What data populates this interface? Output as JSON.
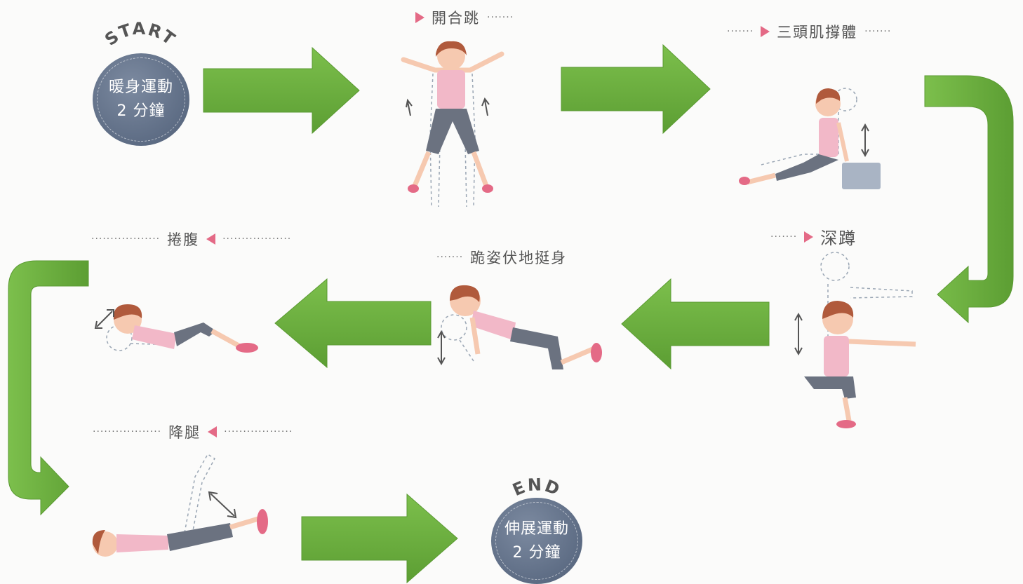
{
  "start": {
    "arc": "START",
    "line1": "暖身運動",
    "line2": "2 分鐘"
  },
  "end": {
    "arc": "END",
    "line1": "伸展運動",
    "line2": "2 分鐘"
  },
  "steps": [
    {
      "label": "開合跳"
    },
    {
      "label": "三頭肌撐體"
    },
    {
      "label": "深蹲"
    },
    {
      "label": "跪姿伏地挺身"
    },
    {
      "label": "捲腹"
    },
    {
      "label": "降腿"
    }
  ],
  "dots": {
    "short": "·······",
    "long": "··················"
  },
  "colors": {
    "arrow": "#6aad3d",
    "arrow_dark": "#4e8f2c",
    "circle": "#5f6d85",
    "pointer": "#e46a86",
    "shirt": "#f2b8c8",
    "pants": "#6b7280",
    "hair": "#b05a3c",
    "skin": "#f6c9b0"
  }
}
